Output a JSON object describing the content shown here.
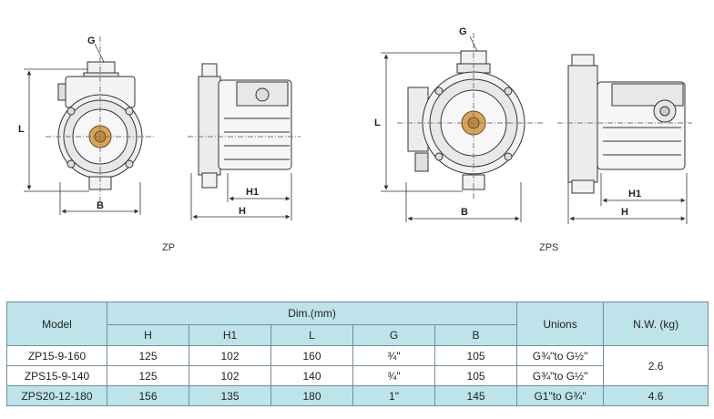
{
  "drawings": {
    "zp": {
      "caption": "ZP",
      "dims": {
        "g": "G",
        "l": "L",
        "b": "B",
        "h1": "H1",
        "h": "H"
      }
    },
    "zps": {
      "caption": "ZPS",
      "dims": {
        "g": "G",
        "l": "L",
        "b": "B",
        "h1": "H1",
        "h": "H"
      }
    }
  },
  "table": {
    "headers": {
      "model": "Model",
      "dim": "Dim.(mm)",
      "unions": "Unions",
      "nw": "N.W. (kg)",
      "sub": [
        "H",
        "H1",
        "L",
        "G",
        "B"
      ]
    },
    "rows": [
      {
        "model": "ZP15-9-160",
        "h": "125",
        "h1": "102",
        "l": "160",
        "g": "¾\"",
        "b": "105",
        "unions": "G¾\"to G½\""
      },
      {
        "model": "ZPS15-9-140",
        "h": "125",
        "h1": "102",
        "l": "140",
        "g": "¾\"",
        "b": "105",
        "unions": "G¾\"to G½\""
      },
      {
        "model": "ZPS20-12-180",
        "h": "156",
        "h1": "135",
        "l": "180",
        "g": "1\"",
        "b": "145",
        "unions": "G1\"to G¾\""
      }
    ],
    "nw": {
      "first_two": "2.6",
      "third": "4.6"
    }
  },
  "colors": {
    "header_fill": "#bfe3ea",
    "grid": "#6f8f99",
    "line_art": "#333333"
  }
}
